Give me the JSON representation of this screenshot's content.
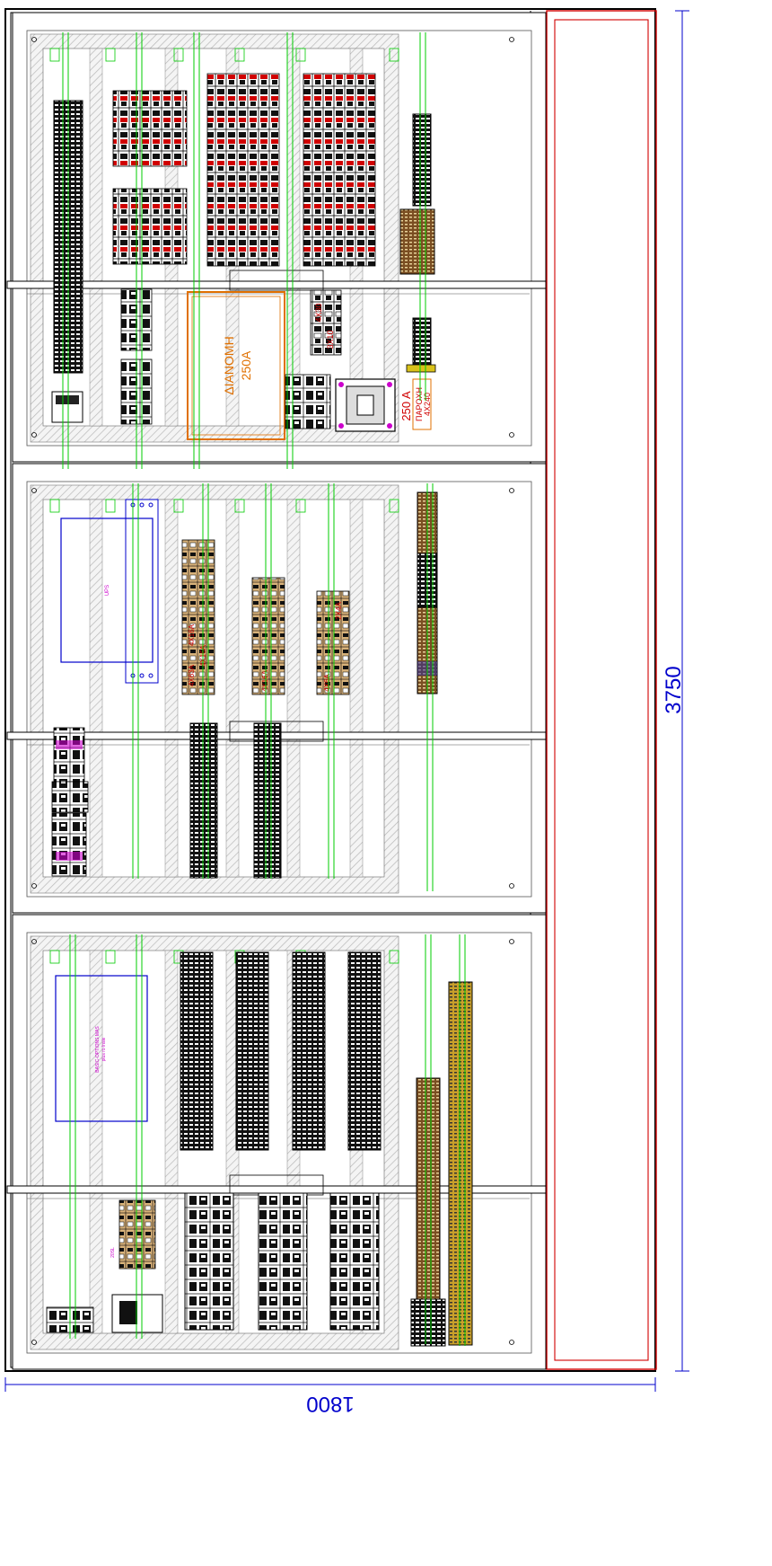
{
  "dimensions": {
    "height_label": "3750",
    "width_label": "1800"
  },
  "main_switch": {
    "label": "ΔΙΑΝΟΜΗ",
    "rating": "250A"
  },
  "incoming_supply": {
    "rating": "250 A",
    "title": "ΠΑΡΟΧΗ",
    "cable": "4Χ240"
  },
  "section_labels": {
    "ups": "UPS",
    "bus_line1": "BASIC-OPTIONS MAS",
    "bus_line2": "plus ro lnsle",
    "ctrl_module": "20SL"
  },
  "breaker_labels": {
    "col1_top": "4Χ16Α",
    "col1_mid": "4Χ16A",
    "col1_bot": "4Χ63Α",
    "col2_bot": "4Χ16A",
    "col3_mid": "2Χ4Α",
    "col3_bot": "4Χ6A",
    "top_small1": "4Χ30",
    "top_small2": "3Χ10"
  },
  "colors": {
    "frame": "#000000",
    "rail_green": "#00cc00",
    "accent_red": "#cc0000",
    "accent_orange": "#e07000",
    "accent_blue": "#0000cc",
    "accent_magenta": "#cc00cc",
    "terminal_brown": "#8b5a2b"
  }
}
